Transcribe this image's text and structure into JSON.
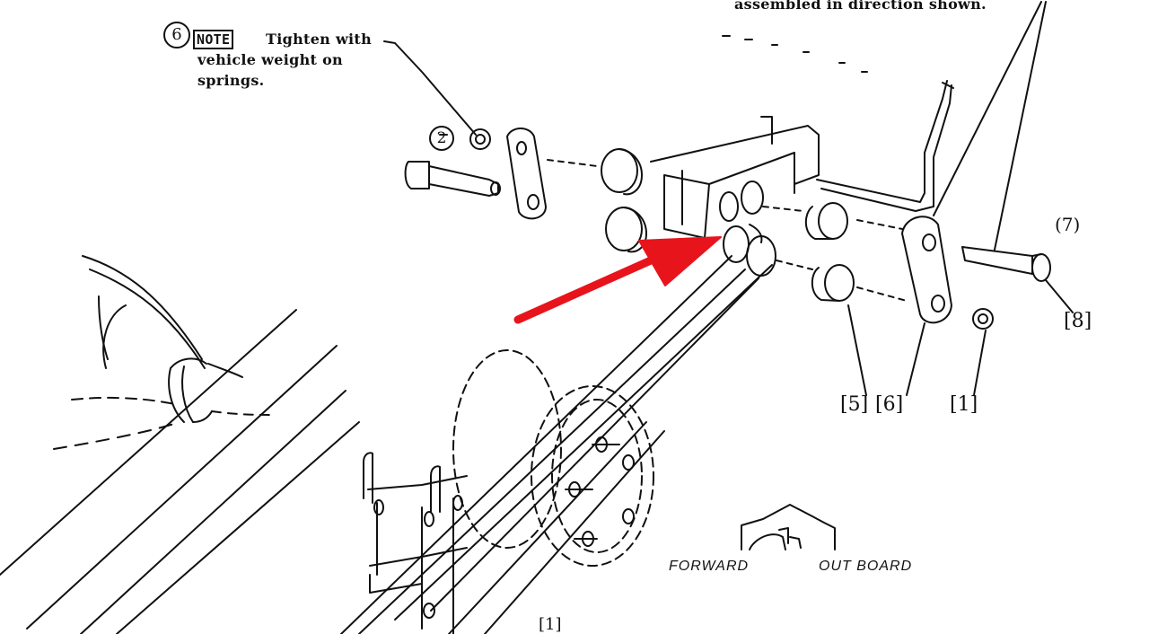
{
  "diagram": {
    "header_fragment": "assembled in direction shown.",
    "note": {
      "number": "6",
      "tag": "NOTE",
      "lines": [
        "Tighten with",
        "vehicle weight on",
        "springs."
      ]
    },
    "callouts": [
      "2",
      "(7)",
      "[8]",
      "[5]",
      "[6]",
      "[1]",
      "[1]"
    ],
    "direction_labels": {
      "forward": "FORWARD",
      "outboard": "OUT BOARD"
    },
    "arrow_color": "#e8141c",
    "line_color": "#111111"
  }
}
